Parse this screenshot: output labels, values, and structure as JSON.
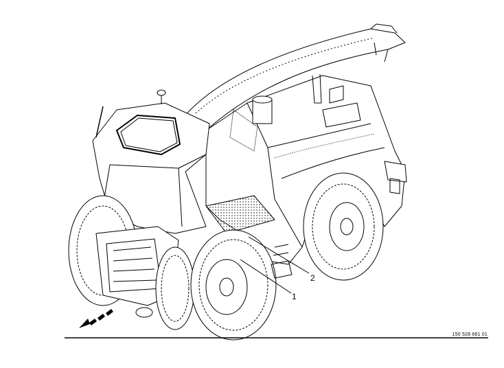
{
  "figure": {
    "callouts": [
      {
        "number": "1"
      },
      {
        "number": "2"
      }
    ],
    "document_number": "150 528 661 01",
    "line_color": "#000000",
    "background_color": "#ffffff"
  }
}
